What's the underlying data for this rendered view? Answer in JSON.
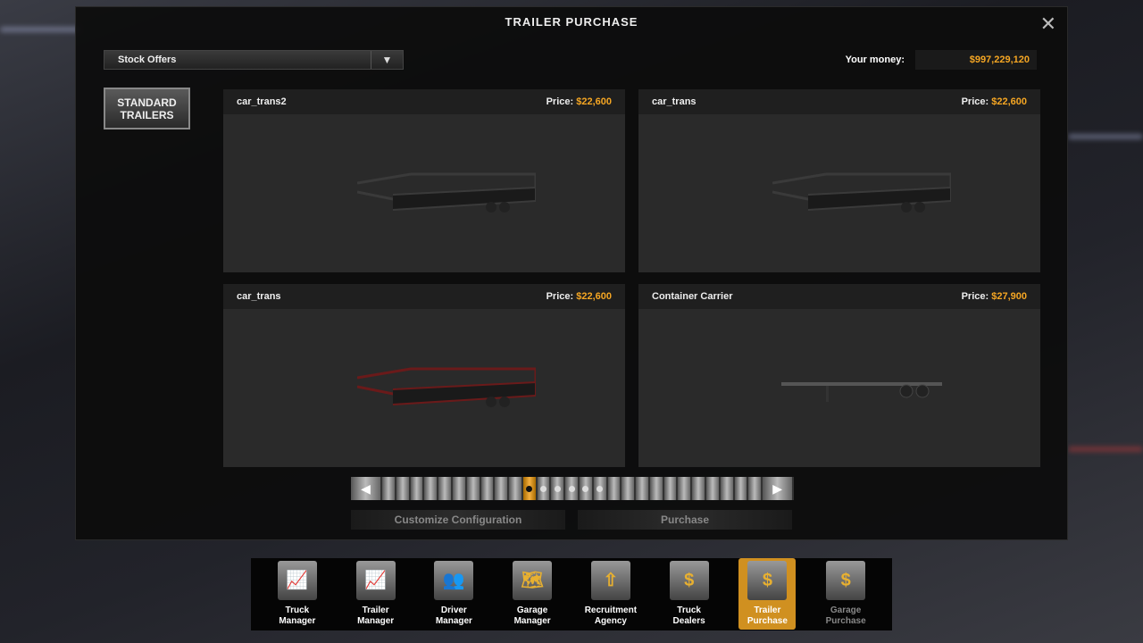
{
  "window": {
    "title": "TRAILER PURCHASE",
    "close": "✕"
  },
  "filter": {
    "selected": "Stock Offers"
  },
  "money": {
    "label": "Your money:",
    "value": "$997,229,120"
  },
  "category": {
    "line1": "STANDARD",
    "line2": "TRAILERS"
  },
  "price_label": "Price:",
  "offers": [
    {
      "name": "car_trans2",
      "price": "$22,600"
    },
    {
      "name": "car_trans",
      "price": "$22,600"
    },
    {
      "name": "car_trans",
      "price": "$22,600"
    },
    {
      "name": "Container Carrier",
      "price": "$27,900"
    }
  ],
  "pager": {
    "total_segments": 27,
    "active_index": 10,
    "dot_indices": [
      11,
      12,
      13,
      14,
      15
    ]
  },
  "actions": {
    "customize": "Customize Configuration",
    "purchase": "Purchase"
  },
  "dock": [
    {
      "l1": "Truck",
      "l2": "Manager",
      "icon": "truck-manager-icon"
    },
    {
      "l1": "Trailer",
      "l2": "Manager",
      "icon": "trailer-manager-icon"
    },
    {
      "l1": "Driver",
      "l2": "Manager",
      "icon": "driver-manager-icon"
    },
    {
      "l1": "Garage",
      "l2": "Manager",
      "icon": "garage-manager-icon"
    },
    {
      "l1": "Recruitment",
      "l2": "Agency",
      "icon": "recruitment-icon"
    },
    {
      "l1": "Truck Dealers",
      "l2": "",
      "icon": "truck-dealers-icon"
    },
    {
      "l1": "Trailer",
      "l2": "Purchase",
      "icon": "trailer-purchase-icon"
    },
    {
      "l1": "Garage",
      "l2": "Purchase",
      "icon": "garage-purchase-icon"
    }
  ]
}
